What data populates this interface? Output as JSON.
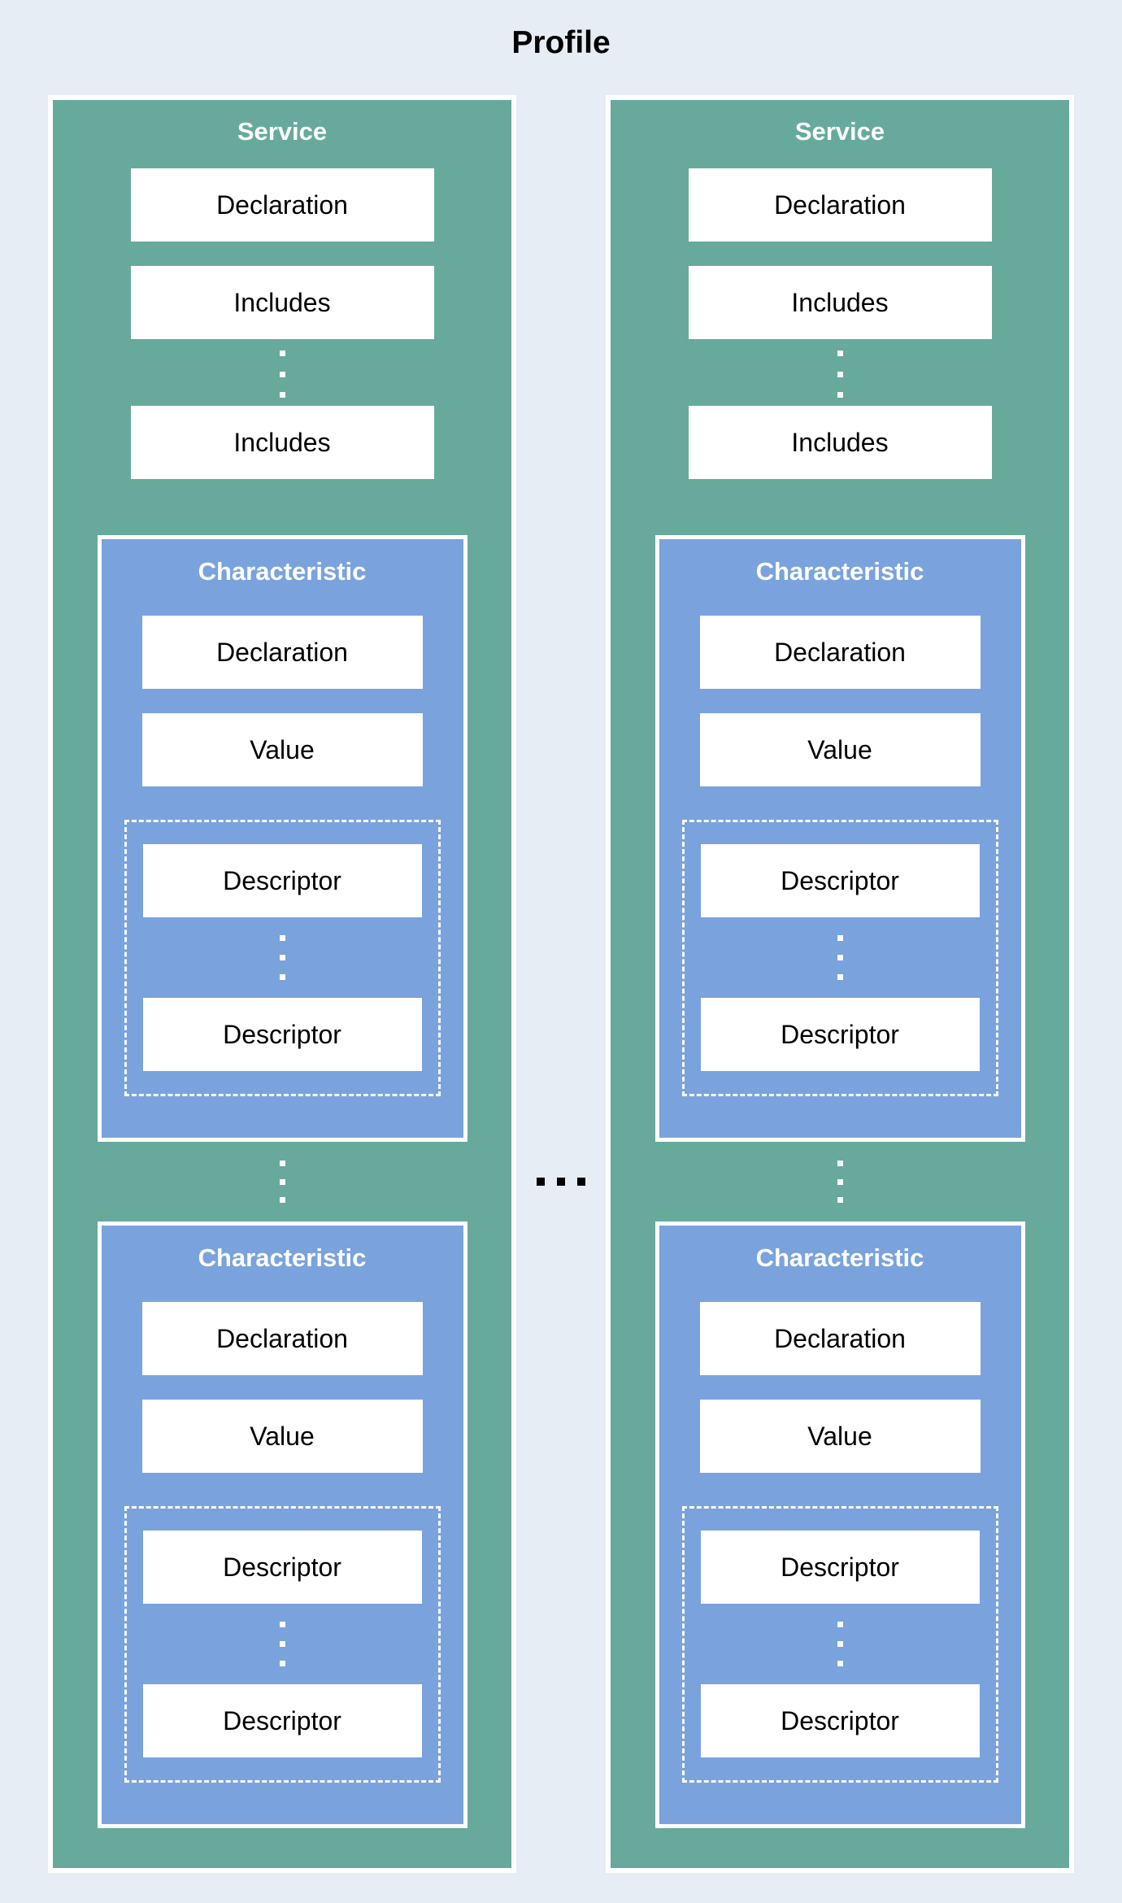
{
  "title": "Profile",
  "colors": {
    "background": "#e7edf5",
    "service_fill": "#67aa9c",
    "characteristic_fill": "#7aa3dd",
    "box_fill": "#ffffff",
    "border": "#ffffff",
    "descriptor_group_border": "#ffffff",
    "header_text": "#ffffff",
    "label_text": "#000000",
    "title_text": "#000000",
    "between_columns_dots": "#000000"
  },
  "icons": {
    "vertical_ellipsis": "⋮",
    "horizontal_ellipsis": "⋯"
  },
  "services": [
    {
      "title": "Service",
      "declaration": "Declaration",
      "includes": [
        "Includes",
        "Includes"
      ],
      "characteristics": [
        {
          "title": "Characteristic",
          "declaration": "Declaration",
          "value": "Value",
          "descriptors": [
            "Descriptor",
            "Descriptor"
          ]
        },
        {
          "title": "Characteristic",
          "declaration": "Declaration",
          "value": "Value",
          "descriptors": [
            "Descriptor",
            "Descriptor"
          ]
        }
      ]
    },
    {
      "title": "Service",
      "declaration": "Declaration",
      "includes": [
        "Includes",
        "Includes"
      ],
      "characteristics": [
        {
          "title": "Characteristic",
          "declaration": "Declaration",
          "value": "Value",
          "descriptors": [
            "Descriptor",
            "Descriptor"
          ]
        },
        {
          "title": "Characteristic",
          "declaration": "Declaration",
          "value": "Value",
          "descriptors": [
            "Descriptor",
            "Descriptor"
          ]
        }
      ]
    }
  ]
}
